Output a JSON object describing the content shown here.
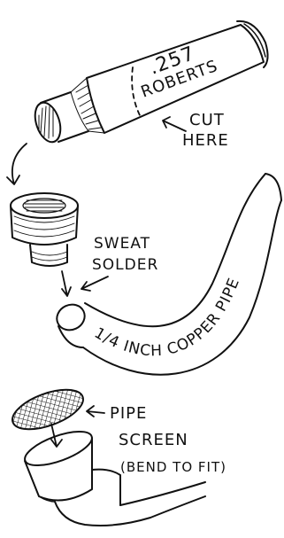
{
  "casing": {
    "caliber": ".257",
    "brand": "ROBERTS"
  },
  "labels": {
    "cut_line1": "CUT",
    "cut_line2": "HERE",
    "sweat_line1": "SWEAT",
    "sweat_line2": "SOLDER",
    "copper_pipe": "1/4 INCH COPPER PIPE",
    "screen_line1": "PIPE",
    "screen_line2": "SCREEN",
    "screen_line3": "(BEND TO FIT)"
  },
  "colors": {
    "ink": "#111111",
    "paper": "#ffffff"
  }
}
